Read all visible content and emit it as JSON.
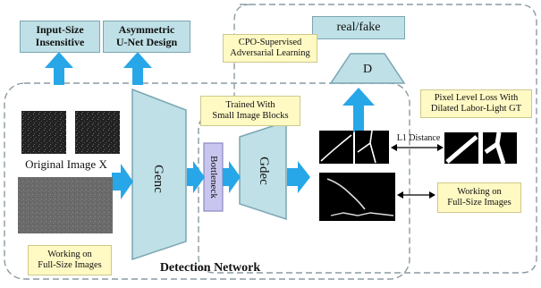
{
  "top_boxes": {
    "input_size": "Input-Size\nInsensitive",
    "asymmetric": "Asymmetric\nU-Net Design",
    "real_fake": "real/fake",
    "discriminator": "D"
  },
  "notes": {
    "cpo": "CPO-Supervised\nAdversarial Learning",
    "trained": "Trained With\nSmall Image Blocks",
    "pixel_loss": "Pixel Level Loss With\nDilated Labor-Light GT",
    "working_right": "Working on\nFull-Size Images",
    "working_left": "Working on\nFull-Size Images"
  },
  "labels": {
    "original_image": "Original Image X",
    "genc": "Genc",
    "bottleneck": "Bottleneck",
    "gdec": "Gdec",
    "l1_distance": "L1 Distance",
    "detection_network": "Detection Network"
  },
  "colors": {
    "teal_fill": "#bfe0e6",
    "teal_border": "#7aa6b3",
    "blue_arrow": "#27a7e8",
    "note_fill": "#fff9c4",
    "bottleneck_fill": "#c8c6ee",
    "dash_border": "#8a9ba3"
  }
}
